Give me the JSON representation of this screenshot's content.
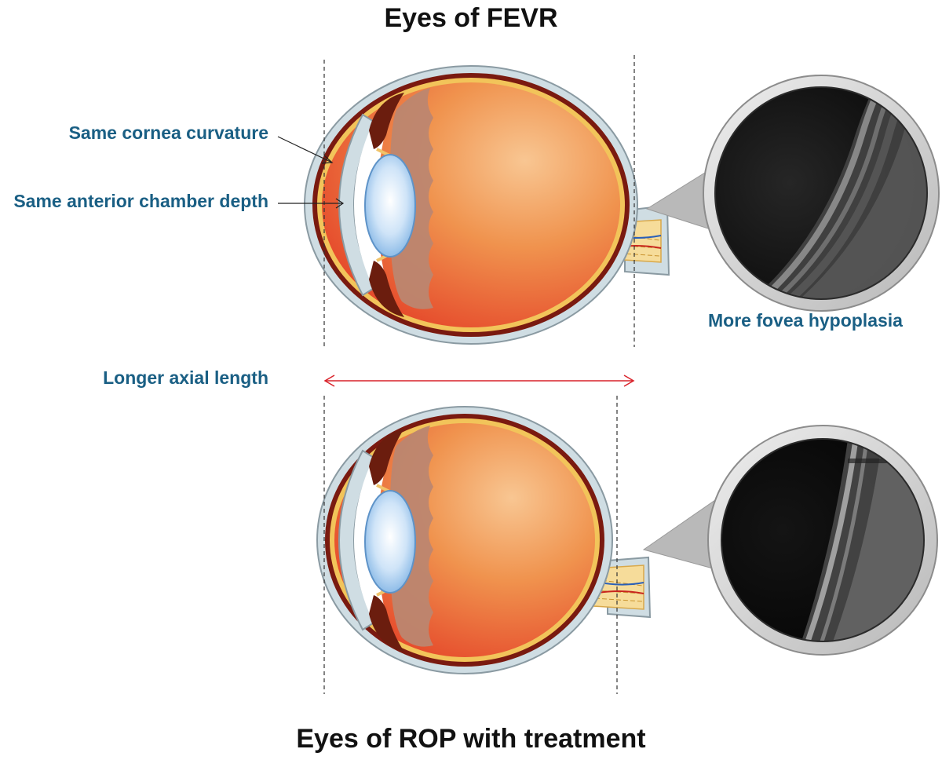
{
  "titles": {
    "top": "Eyes of FEVR",
    "bottom": "Eyes of ROP with treatment"
  },
  "annotations": {
    "cornea": "Same cornea curvature",
    "chamber": "Same anterior chamber depth",
    "axial": "Longer axial length",
    "fovea": "More fovea hypoplasia"
  },
  "colors": {
    "label_text": "#1a5f84",
    "title_text": "#111111",
    "axial_arrow": "#d9222a",
    "sclera": "#cfdde3",
    "choroid": "#7a1a10",
    "retina": "#f2c45a",
    "vitreous_center": "#f7c48e",
    "vitreous_edge": "#e8502a",
    "lens": "#9cc8ee",
    "iris": "#6b1d0e",
    "oct_background": "#080808"
  }
}
